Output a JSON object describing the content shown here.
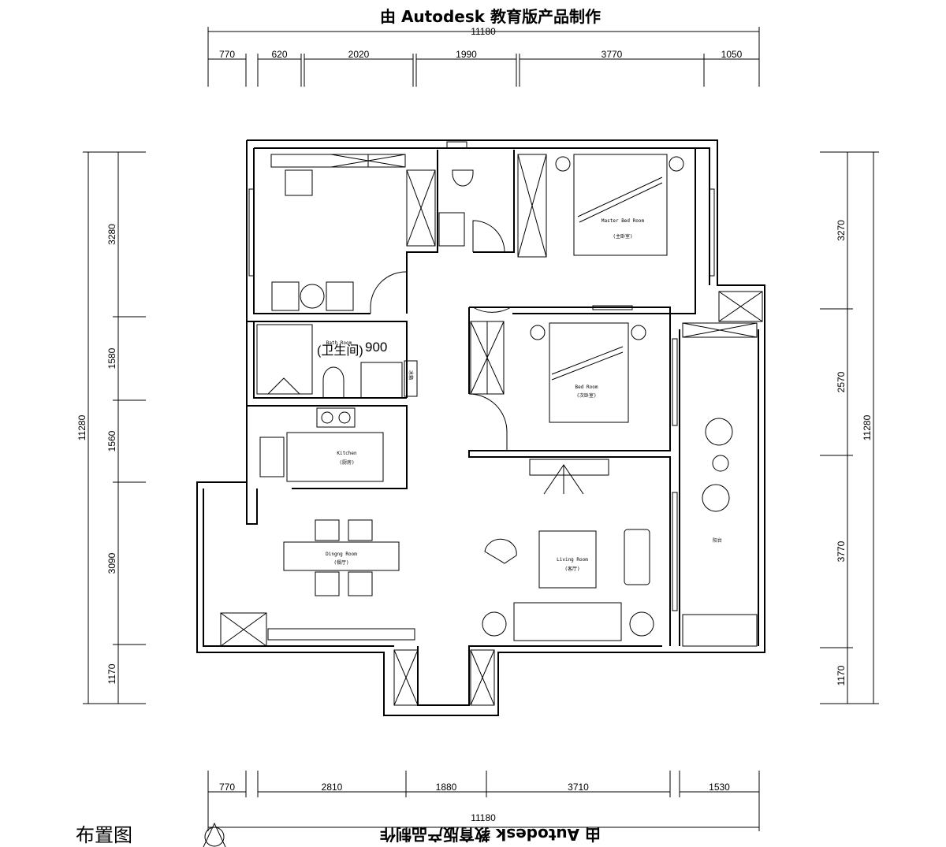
{
  "watermark_top": "由 Autodesk 教育版产品制作",
  "watermark_bottom": "由 Autodesk 教育版产品制作",
  "drawing_title": "布置图",
  "dimensions": {
    "top_total": "11180",
    "top": [
      "770",
      "620",
      "2020",
      "1990",
      "3770",
      "1050"
    ],
    "bottom_total": "11180",
    "bottom": [
      "770",
      "2810",
      "1880",
      "3710",
      "1530"
    ],
    "left_total": "11280",
    "left": [
      "3280",
      "1580",
      "1560",
      "3090",
      "1170"
    ],
    "right_total": "11280",
    "right": [
      "3270",
      "2570",
      "3770",
      "1170"
    ]
  },
  "rooms": {
    "master_bedroom": {
      "en": "Master Bed Room",
      "cn": "(主卧室)"
    },
    "bedroom": {
      "en": "Bed Room",
      "cn": "(次卧室)"
    },
    "bathroom": {
      "en": "Bath Room",
      "cn": "(卫生间)"
    },
    "kitchen": {
      "en": "Kitchen",
      "cn": "(厨房)"
    },
    "dining": {
      "en": "Dingng Room",
      "cn": "(餐厅)"
    },
    "living": {
      "en": "Living Room",
      "cn": "(客厅)"
    },
    "balcony": {
      "cn": "阳台"
    },
    "bath_note": "900",
    "fridge_note": "冰箱"
  }
}
